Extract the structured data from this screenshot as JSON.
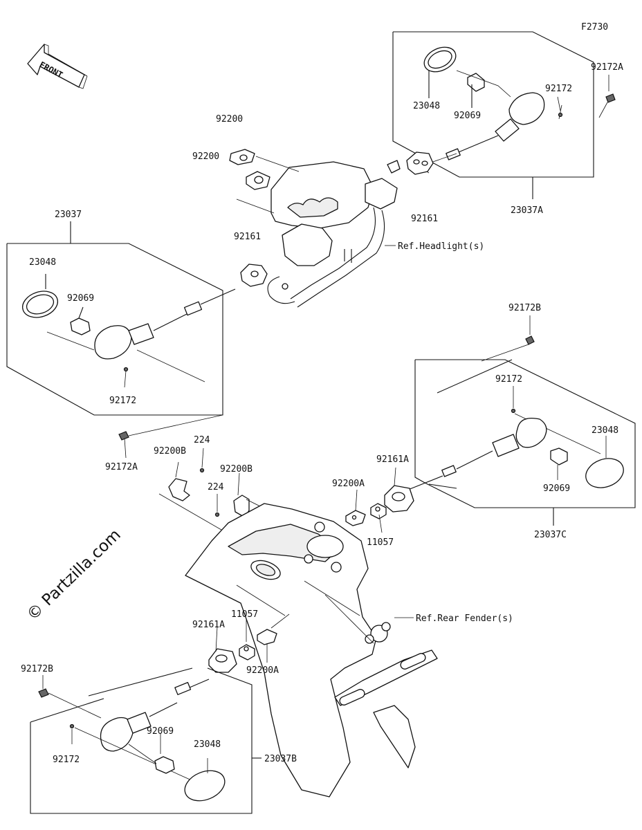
{
  "figure_code": "F2730",
  "watermark": "© Partzilla.com",
  "front_arrow": {
    "label": "FRONT"
  },
  "references": {
    "headlight": "Ref.Headlight(s)",
    "rear_fender": "Ref.Rear Fender(s)"
  },
  "labels": {
    "p23037": "23037",
    "p23037A": "23037A",
    "p23037B": "23037B",
    "p23037C": "23037C",
    "p23048_tr": "23048",
    "p23048_l": "23048",
    "p23048_r": "23048",
    "p23048_bl": "23048",
    "p92069_tr": "92069",
    "p92069_l": "92069",
    "p92069_r": "92069",
    "p92069_bl": "92069",
    "p92172_tr": "92172",
    "p92172_l": "92172",
    "p92172_r": "92172",
    "p92172_bl": "92172",
    "p92172A_tr": "92172A",
    "p92172A_l": "92172A",
    "p92172B_r": "92172B",
    "p92172B_bl": "92172B",
    "p92200_a": "92200",
    "p92200_b": "92200",
    "p92161_c": "92161",
    "p92161_r": "92161",
    "p92161A_r": "92161A",
    "p92161A_bl": "92161A",
    "p92200A_r": "92200A",
    "p92200A_bl": "92200A",
    "p11057_r": "11057",
    "p11057_bl": "11057",
    "p92200B_a": "92200B",
    "p92200B_b": "92200B",
    "p224_a": "224",
    "p224_b": "224"
  }
}
